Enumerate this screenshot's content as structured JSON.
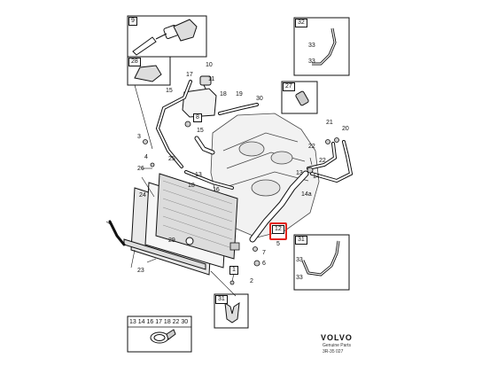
{
  "callouts": {
    "c1": "1",
    "c2": "2",
    "c3": "3",
    "c4": "4",
    "c5": "5",
    "c6": "6",
    "c7": "7",
    "c8": "8",
    "c9": "9",
    "c10": "10",
    "c11": "11",
    "c12": "12",
    "c13": "13",
    "c13b": "13",
    "c14": "14",
    "c14a": "14a",
    "c15": "15",
    "c16": "16",
    "c17": "17",
    "c18": "18",
    "c18b": "18",
    "c19": "19",
    "c20": "20",
    "c21": "21",
    "c22": "22",
    "c22b": "22",
    "c23": "23",
    "c24": "24",
    "c25": "25",
    "c26": "26",
    "c27": "27",
    "c28": "28",
    "c29": "29",
    "c30": "30",
    "c31": "31",
    "c31b": "31",
    "c32": "32",
    "c33a": "33",
    "c33b": "33",
    "c33c": "33",
    "c33d": "33",
    "c15b": "15"
  },
  "clamp_box_label": "13 14 16 17 18 22 30",
  "logo": {
    "brand": "VOLVO",
    "subtitle": "Genuine Parts"
  },
  "ref_code": "3R-35 027",
  "highlight_color": "#e2231a"
}
